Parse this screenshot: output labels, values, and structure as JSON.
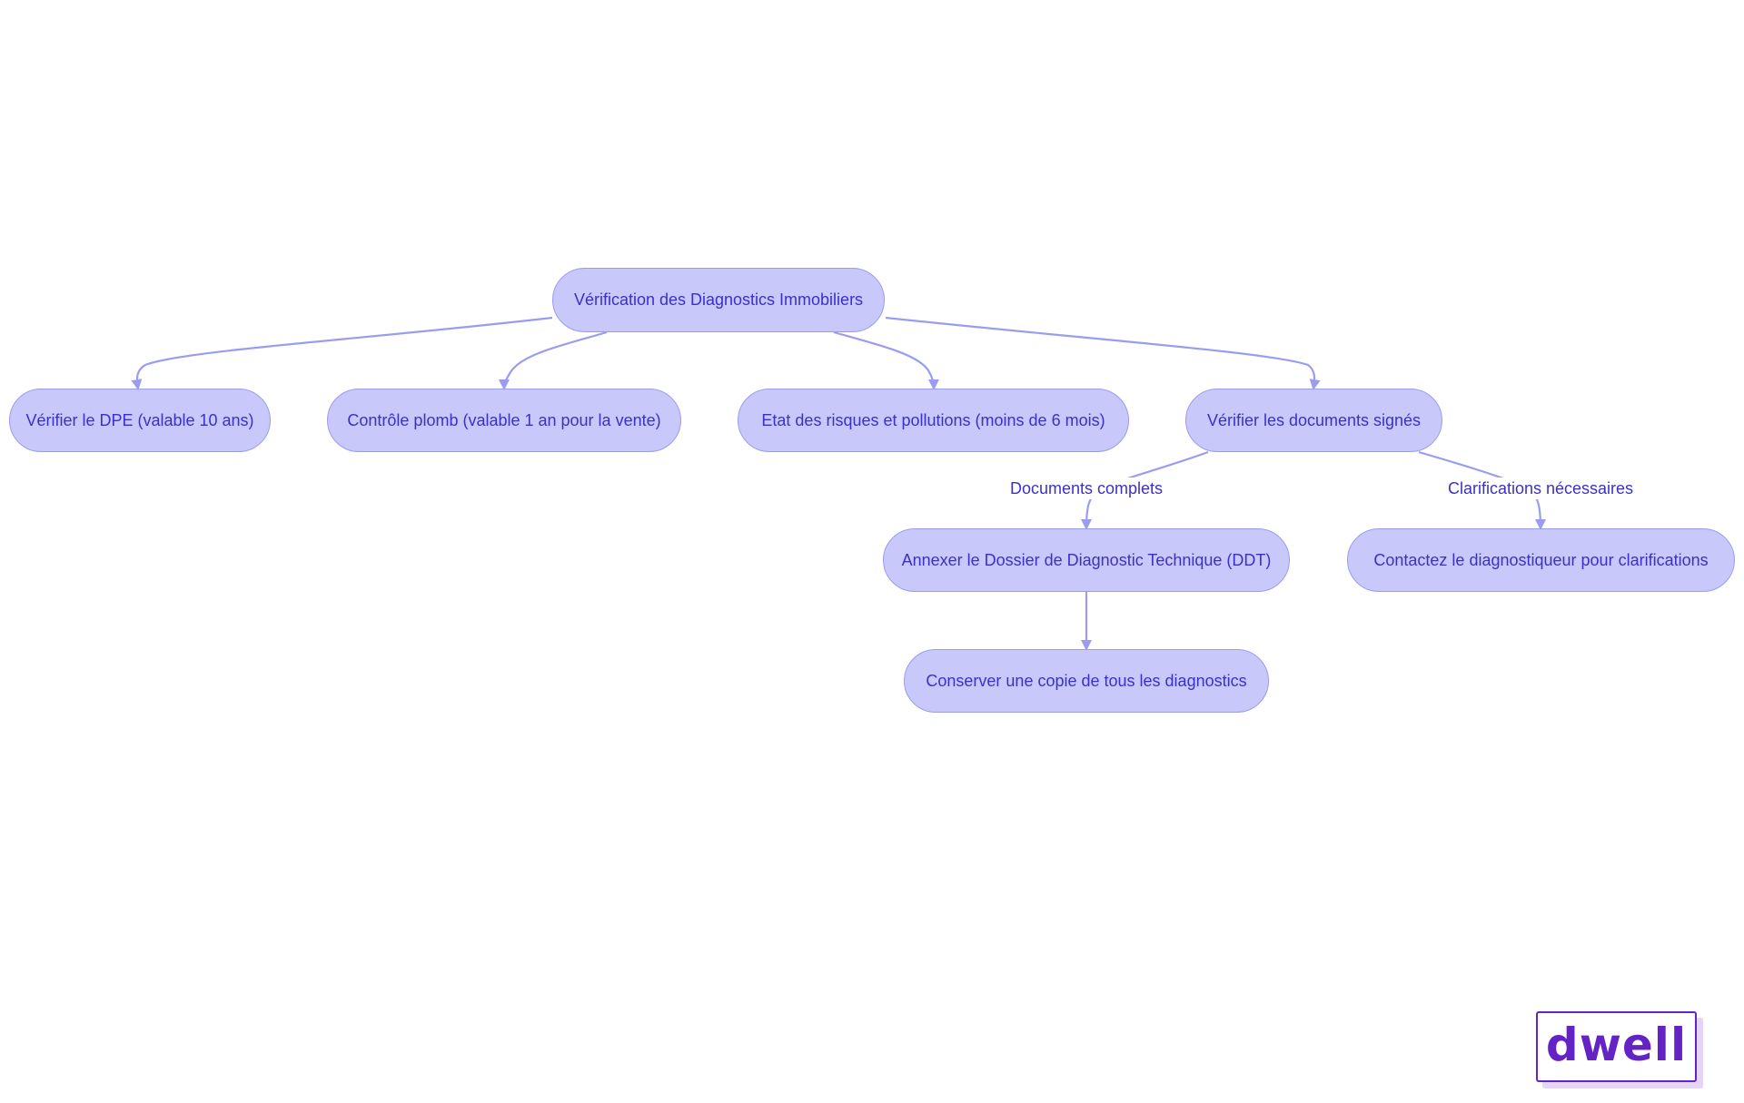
{
  "diagram": {
    "nodes": {
      "root": "Vérification des Diagnostics Immobiliers",
      "dpe": "Vérifier le DPE (valable 10 ans)",
      "plomb": "Contrôle plomb (valable 1 an pour la vente)",
      "risques": "Etat des risques et pollutions (moins de 6 mois)",
      "documents": "Vérifier les documents signés",
      "ddt": "Annexer le Dossier de Diagnostic Technique (DDT)",
      "contact": "Contactez le diagnostiqueur pour clarifications",
      "copie": "Conserver une copie de tous les diagnostics"
    },
    "edge_labels": {
      "complets": "Documents complets",
      "clarifications": "Clarifications nécessaires"
    }
  },
  "logo": {
    "text": "dwell"
  },
  "colors": {
    "node_fill": "#c8c8fb",
    "node_border": "#9a9cf0",
    "text": "#3b31c9",
    "edge": "#9a9cf0",
    "logo": "#6423c4"
  }
}
